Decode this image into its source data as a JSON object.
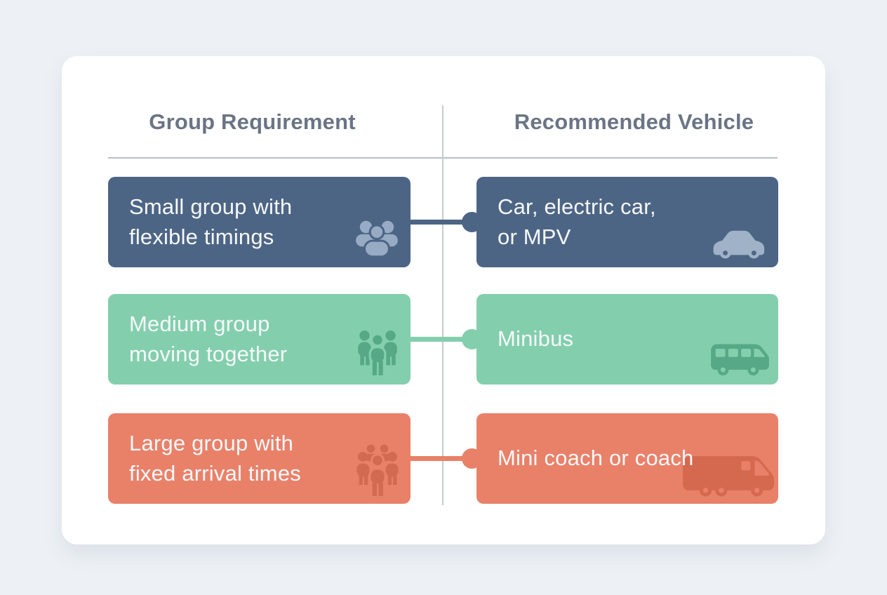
{
  "headers": {
    "left": "Group Requirement",
    "right": "Recommended Vehicle"
  },
  "rows": [
    {
      "requirement": "Small group with\nflexible timings",
      "vehicle": "Car, electric car,\nor MPV",
      "requirement_icon": "small-group-icon",
      "vehicle_icon": "car-icon",
      "box_color": "#4d6585",
      "icon_color": "#97abc4"
    },
    {
      "requirement": "Medium group\nmoving together",
      "vehicle": "Minibus",
      "requirement_icon": "medium-group-icon",
      "vehicle_icon": "minibus-icon",
      "box_color": "#83cfad",
      "icon_color": "#56a886"
    },
    {
      "requirement": "Large group with\nfixed arrival times",
      "vehicle": "Mini coach or coach",
      "requirement_icon": "large-group-icon",
      "vehicle_icon": "coach-icon",
      "box_color": "#e98169",
      "icon_color": "#d16a50"
    }
  ],
  "colors": {
    "page_background": "#edf1f5",
    "card_background": "#ffffff",
    "header_text": "#6a7484",
    "divider": "#b8bec6",
    "box_text": "#f6f8fa"
  }
}
